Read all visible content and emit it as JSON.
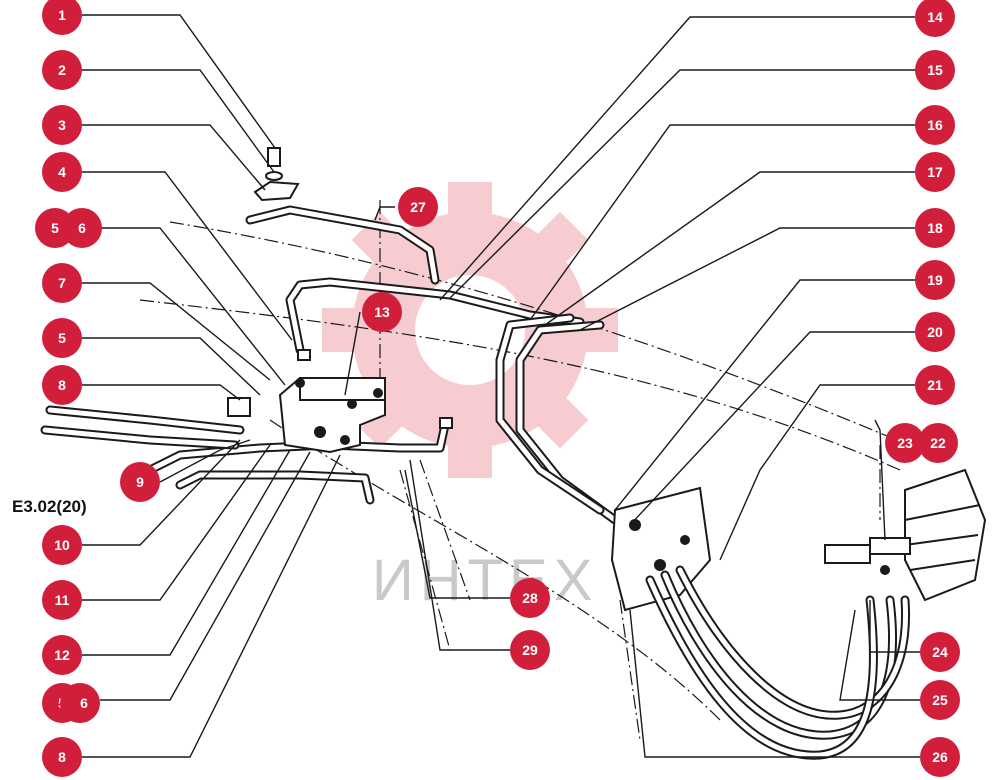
{
  "diagram": {
    "reference_label": "E3.02(20)",
    "watermark_text": "ИНТЕХ",
    "callout_color": "#d11f3b",
    "callouts": [
      "1",
      "2",
      "3",
      "4",
      "5",
      "6",
      "7",
      "5",
      "8",
      "9",
      "10",
      "11",
      "12",
      "5",
      "6",
      "8",
      "13",
      "27",
      "14",
      "15",
      "16",
      "17",
      "18",
      "19",
      "20",
      "21",
      "23",
      "22",
      "24",
      "25",
      "26",
      "28",
      "29"
    ]
  }
}
